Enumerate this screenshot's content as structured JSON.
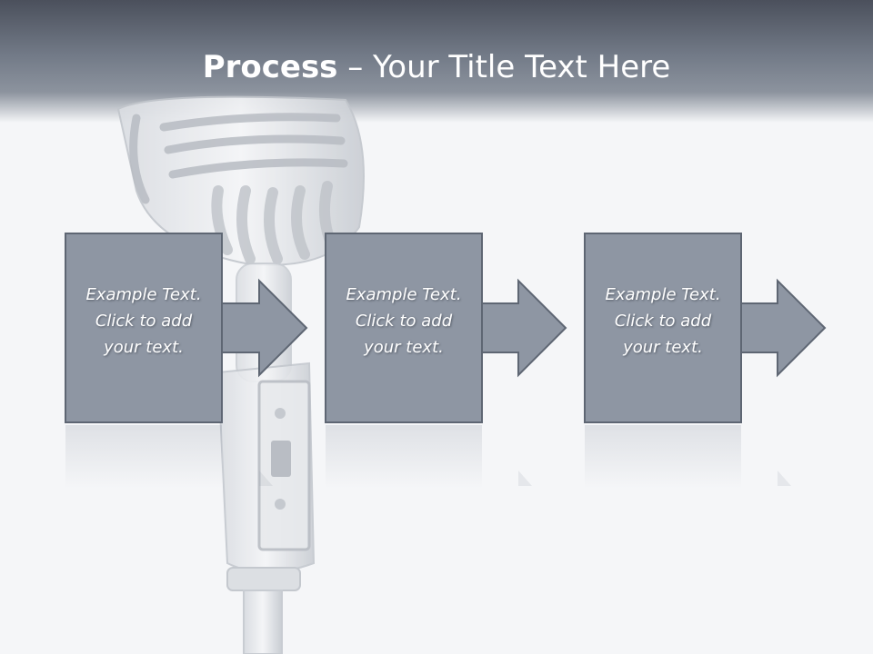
{
  "slide": {
    "title_bold": "Process",
    "title_rest": " – Your Title Text Here"
  },
  "steps": [
    {
      "text": "Example Text.\nClick  to add\nyour text."
    },
    {
      "text": "Example Text.\nClick  to add\nyour text."
    },
    {
      "text": "Example Text.\nClick  to add\nyour text."
    }
  ],
  "colors": {
    "box_fill": "#8e96a3",
    "box_stroke": "#5e6673",
    "title_band": "#5a606c",
    "background": "#f5f6f8"
  },
  "decor": {
    "background_image": "vintage-microphone-icon"
  }
}
